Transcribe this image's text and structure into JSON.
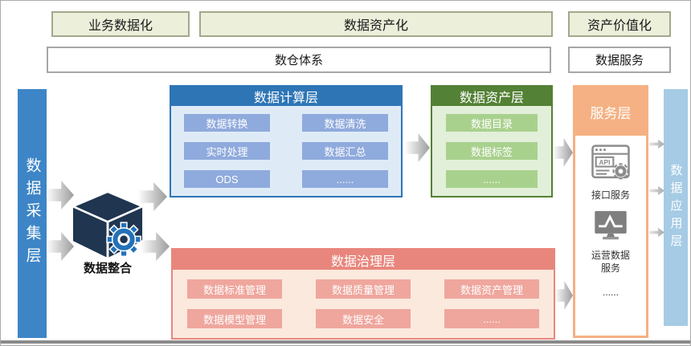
{
  "top_banner": {
    "business_dataization": "业务数据化",
    "data_assetization": "数据资产化",
    "asset_valueization": "资产价值化",
    "warehouse_system": "数仓体系",
    "data_service": "数据服务"
  },
  "left_bar": {
    "label": "数据采集层"
  },
  "integration": {
    "label": "数据整合"
  },
  "compute_layer": {
    "title": "数据计算层",
    "items": [
      "数据转换",
      "数据清洗",
      "实时处理",
      "数据汇总",
      "ODS",
      "......"
    ]
  },
  "asset_layer": {
    "title": "数据资产层",
    "items": [
      "数据目录",
      "数据标签",
      "......"
    ]
  },
  "service_layer": {
    "title": "服务层",
    "api_icon_text": "API",
    "api_service": "接口服务",
    "ops_service": "运营数据服务",
    "more": "......"
  },
  "governance_layer": {
    "title": "数据治理层",
    "items": [
      "数据标准管理",
      "数据质量管理",
      "数据资产管理",
      "数据模型管理",
      "数据安全",
      "......"
    ]
  },
  "right_bar": {
    "label": "数据应用层"
  },
  "colors": {
    "banner_fill": "#ECEFDA",
    "banner_border": "#A4A78C",
    "left_bar_blue": "#3D85C6",
    "right_bar_blue": "#A5CBE5",
    "compute_header_blue": "#2E75B6",
    "compute_body_blue": "#DEEBF7",
    "compute_item_blue": "#8FAADC",
    "asset_header_green": "#538135",
    "asset_body_green": "#E2EFD9",
    "asset_item_green": "#A9D18E",
    "service_orange": "#F5B183",
    "governance_header_red": "#E8867D",
    "governance_body": "#FBE9DE",
    "governance_item": "#EFA69D",
    "cube_navy": "#1F3550",
    "gear_blue": "#2471B8"
  }
}
